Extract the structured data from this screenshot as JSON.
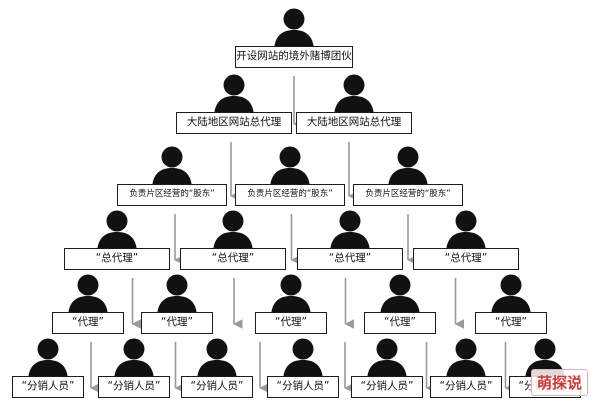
{
  "levels": [
    {
      "label": "开设网站的境外赌博团伙",
      "count": 1
    },
    {
      "label": "大陆地区网站总代理",
      "count": 2
    },
    {
      "label": "负责片区经营的“股东”",
      "count": 3
    },
    {
      "label": "“总代理”",
      "count": 4
    },
    {
      "label": "“代理”",
      "count": 5
    },
    {
      "label": "“分销人员”",
      "count": 7
    }
  ],
  "colors": {
    "person": "#111111",
    "arrow": "#9a9a9a",
    "border": "#1c1c1c"
  },
  "icons": {
    "node": "person-silhouette-icon"
  },
  "watermark": "萌探说"
}
